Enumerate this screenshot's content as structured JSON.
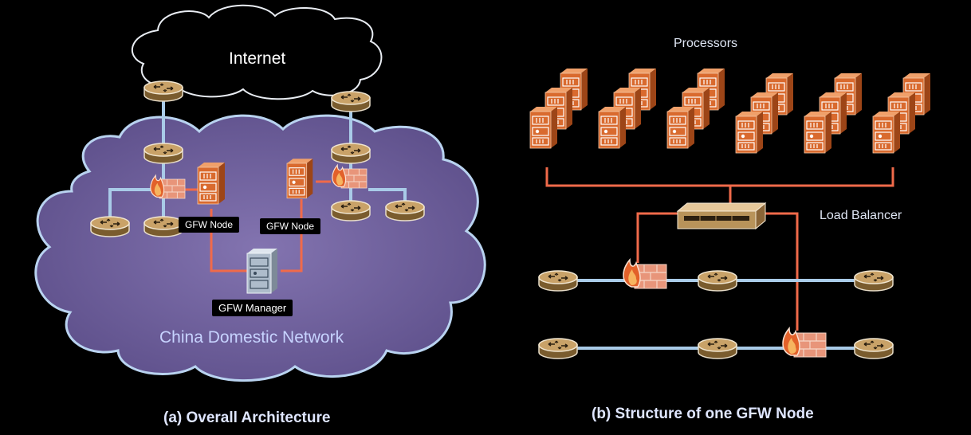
{
  "diagram_a": {
    "internet_label": "Internet",
    "domestic_label": "China Domestic Network",
    "gfw_node_label": "GFW Node",
    "gfw_manager_label": "GFW Manager",
    "caption": "(a) Overall Architecture"
  },
  "diagram_b": {
    "processors_label": "Processors",
    "load_balancer_label": "Load Balancer",
    "caption": "(b) Structure of one GFW Node"
  },
  "colors": {
    "background": "#000000",
    "cloud_domestic": "#6b5d98",
    "cloud_outline": "#bcd6f2",
    "link_blue": "#a9cbe8",
    "link_red": "#f06a4a",
    "router_fill": "#b8935a",
    "server_orange": "#d96a2e",
    "firewall_brick": "#e8957a"
  },
  "icons": [
    "router-icon",
    "firewall-icon",
    "server-icon",
    "manager-server-icon",
    "load-balancer-icon"
  ]
}
